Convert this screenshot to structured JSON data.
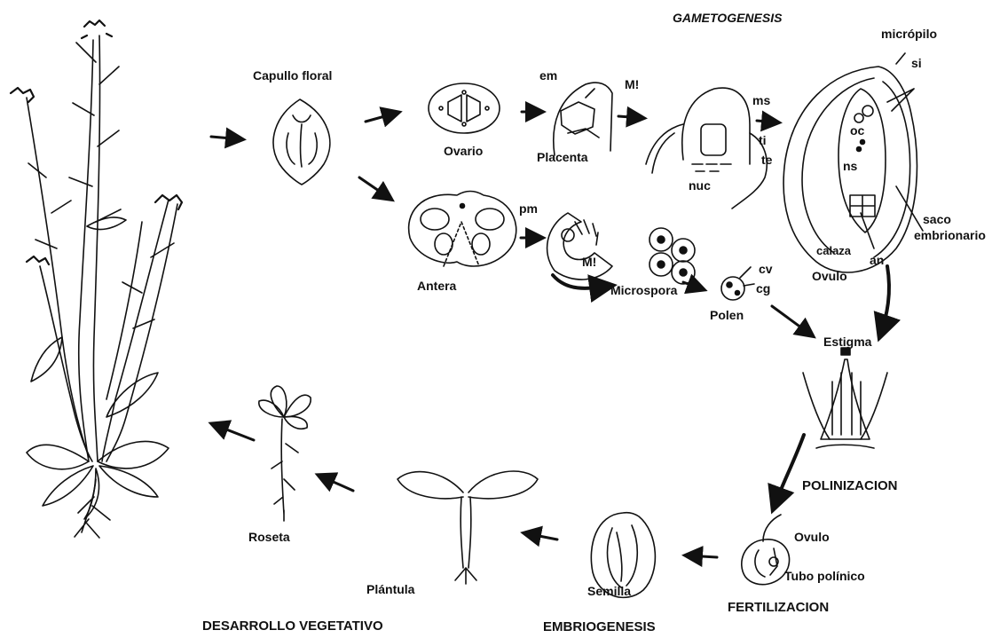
{
  "diagram": {
    "header": "GAMETOGENESIS",
    "stages": {
      "capullo": "Capullo  floral",
      "ovario": "Ovario",
      "placenta": "Placenta",
      "antera": "Antera",
      "microspora": "Microspora",
      "polen": "Polen",
      "ovulo_top": "Ovulo",
      "estigma": "Estigma",
      "polinizacion": "POLINIZACION",
      "ovulo_bottom": "Ovulo",
      "tubo": "Tubo polínico",
      "fertilizacion": "FERTILIZACION",
      "semilla": "Semilla",
      "embriogenesis": "EMBRIOGENESIS",
      "plantula": "Plántula",
      "desarrollo": "DESARROLLO VEGETATIVO",
      "roseta": "Roseta"
    },
    "abbreviations": {
      "em": "em",
      "m1": "M!",
      "m2": "M!",
      "ms": "ms",
      "ti": "ti",
      "te": "te",
      "nuc": "nuc",
      "pm": "pm",
      "cv": "cv",
      "cg": "cg",
      "micropilo": "micrópilo",
      "si": "si",
      "oc": "oc",
      "ns": "ns",
      "saco": "saco",
      "embrionario": "embrionario",
      "calaza": "calaza",
      "an": "an"
    }
  },
  "colors": {
    "ink": "#111111",
    "paper": "#ffffff"
  },
  "icons": [
    "plant-drawing",
    "flower-bud",
    "ovary",
    "placenta",
    "megaspore",
    "anther",
    "tetrad",
    "pollen",
    "ovule",
    "pistil",
    "fertilized-ovule",
    "seed",
    "seedling",
    "rosette"
  ]
}
